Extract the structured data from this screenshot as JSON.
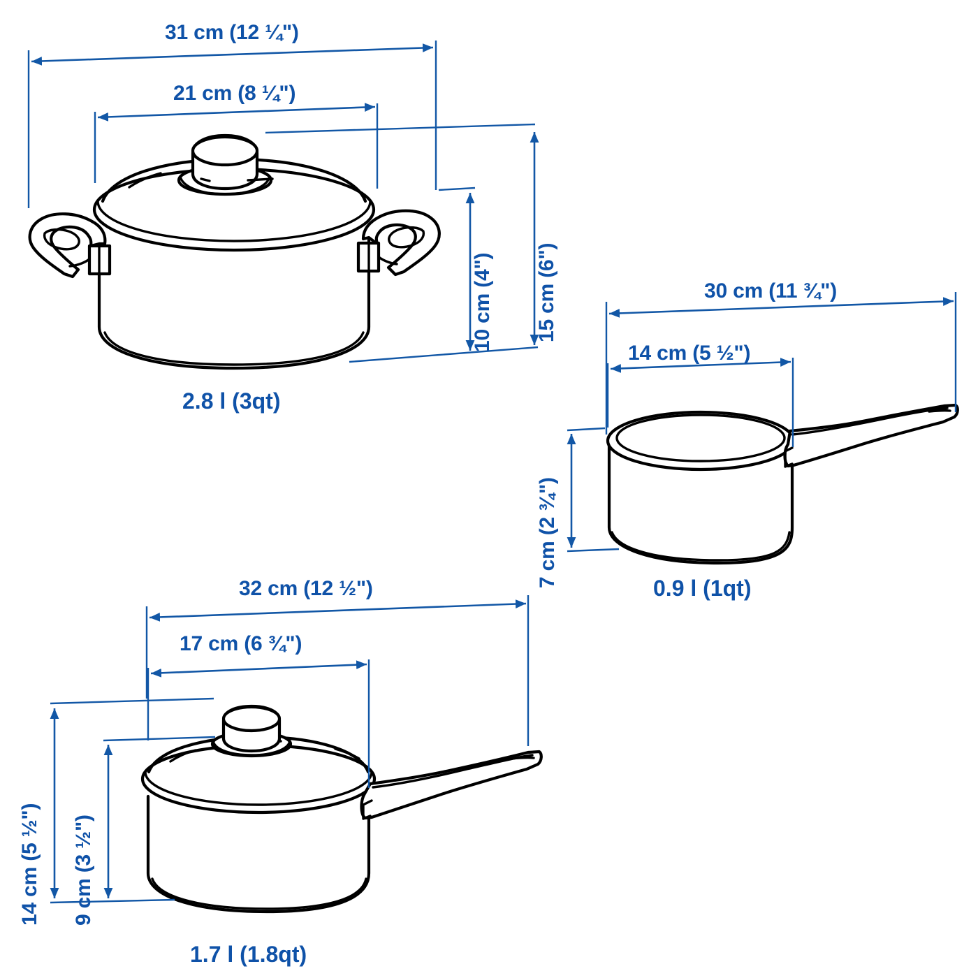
{
  "diagram": {
    "title": "Cookware set dimension diagram",
    "accent_color": "#0f52a8",
    "line_color": "#000000",
    "background": "#ffffff"
  },
  "products": [
    {
      "id": "pot-with-lid",
      "name": "pot-with-lid",
      "icon": "pot-icon",
      "dimensions": {
        "overall_width": "31 cm (12 ¼\")",
        "body_width": "21 cm (8 ¼\")",
        "body_height": "10 cm (4\")",
        "overall_height": "15 cm (6\")"
      },
      "volume": "2.8 l (3qt)"
    },
    {
      "id": "saucepan-open",
      "name": "saucepan-open",
      "icon": "saucepan-icon",
      "dimensions": {
        "overall_length": "30 cm (11 ¾\")",
        "body_width": "14 cm (5 ½\")",
        "body_height": "7 cm (2 ¾\")"
      },
      "volume": "0.9 l (1qt)"
    },
    {
      "id": "saucepan-with-lid",
      "name": "saucepan-with-lid",
      "icon": "saucepan-lid-icon",
      "dimensions": {
        "overall_length": "32 cm (12 ½\")",
        "body_width": "17 cm (6 ¾\")",
        "overall_height": "14 cm (5 ½\")",
        "body_height": "9 cm (3 ½\")"
      },
      "volume": "1.7 l (1.8qt)"
    }
  ]
}
